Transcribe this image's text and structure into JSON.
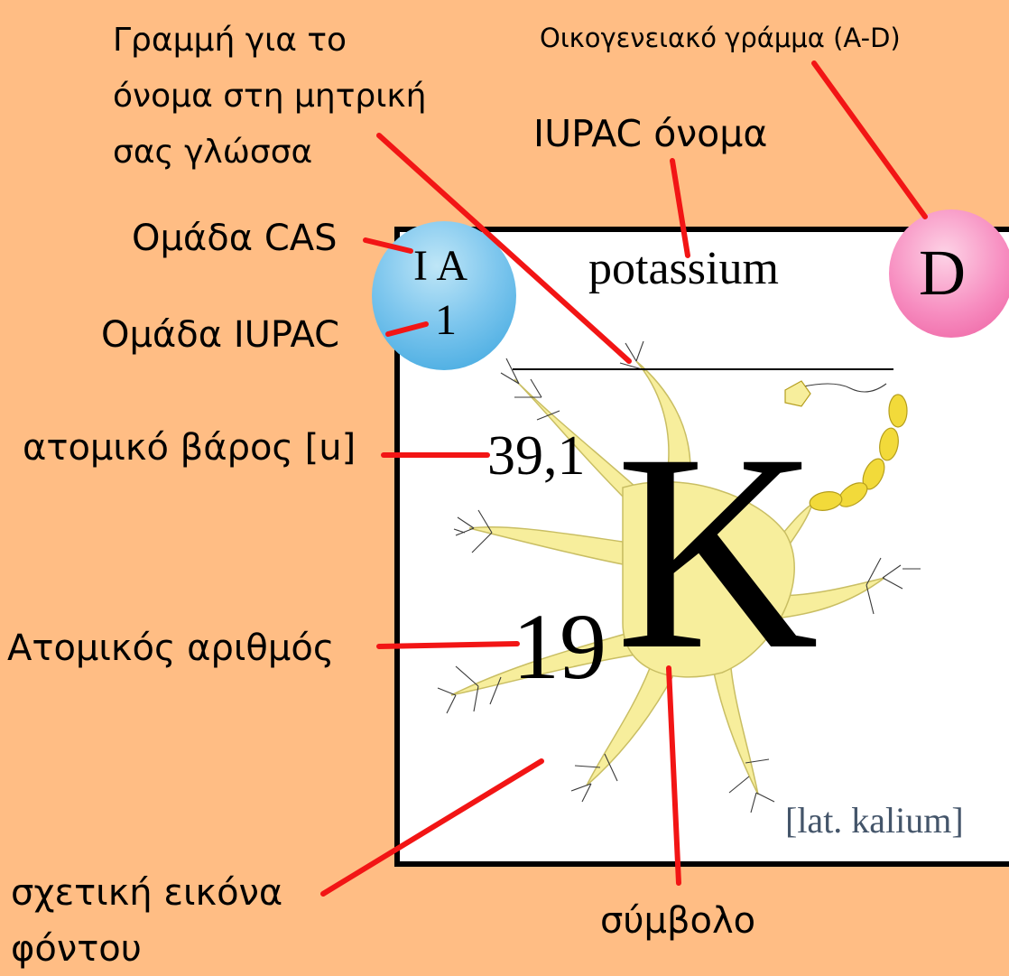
{
  "callouts": {
    "native_name_line": "Γραμμή για το όνομα στη μητρική σας γλώσσα",
    "family_letter": "Οικογενειακό γράμμα (A-D)",
    "iupac_name": "IUPAC όνομα",
    "cas_group": "Ομάδα CAS",
    "iupac_group": "Ομάδα IUPAC",
    "atomic_weight": "ατομικό βάρος [u]",
    "atomic_number": "Ατομικός αριθμός",
    "background_image": "σχετική εικόνα φόντου",
    "symbol": "σύμβολο"
  },
  "element": {
    "name": "potassium",
    "atomic_weight": "39,1",
    "atomic_number": "19",
    "symbol": "K",
    "latin_name": "[lat. kalium]",
    "cas_group": "I A",
    "iupac_group": "1",
    "family_letter": "D"
  },
  "colors": {
    "background": "#FFBD84",
    "leader_line": "#F21515",
    "group_badge": "#5DB8E8",
    "family_badge": "#F48BBE",
    "neuron_fill": "#F7EE9C",
    "axon_myelin": "#F2DA3A",
    "latin_text": "#44556A"
  },
  "icons": {
    "background_image": "neuron-illustration"
  }
}
